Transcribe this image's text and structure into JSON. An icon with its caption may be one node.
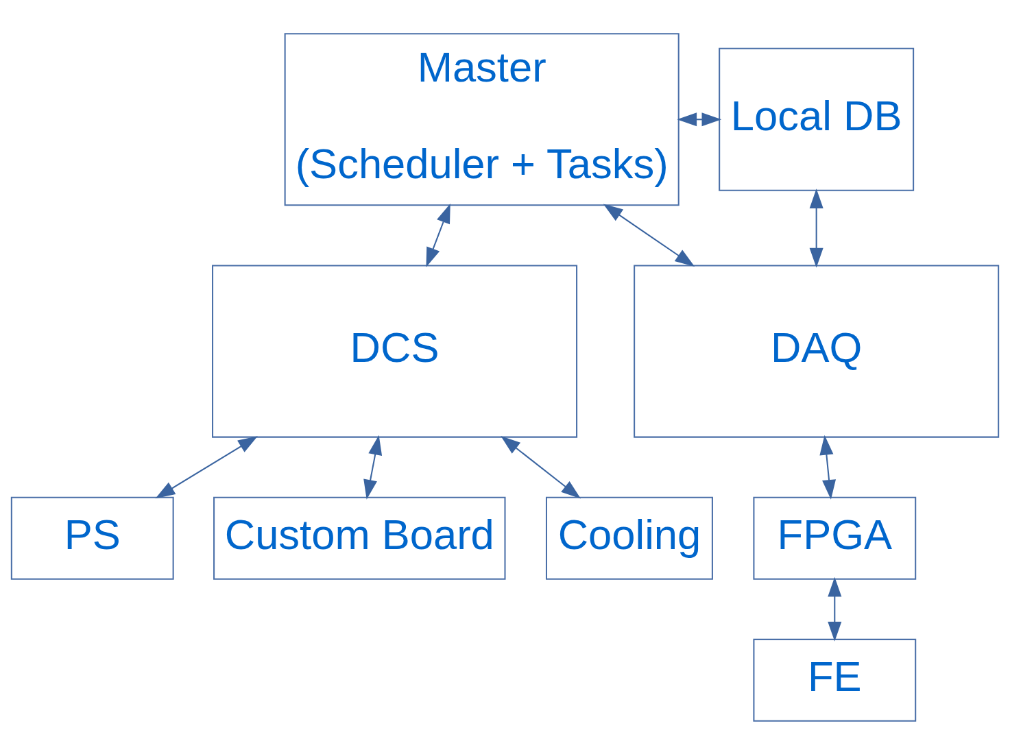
{
  "diagram": {
    "nodes": [
      {
        "text": [
          "Master",
          "(Scheduler + Tasks)"
        ]
      },
      {
        "text": [
          "Local DB"
        ]
      },
      {
        "text": [
          "DCS"
        ]
      },
      {
        "text": [
          "DAQ"
        ]
      },
      {
        "text": [
          "PS"
        ]
      },
      {
        "text": [
          "Custom Board"
        ]
      },
      {
        "text": [
          "Cooling"
        ]
      },
      {
        "text": [
          "FPGA"
        ]
      },
      {
        "text": [
          "FE"
        ]
      }
    ],
    "edges": [
      {
        "from": 0,
        "to": 1,
        "arrow": "both"
      },
      {
        "from": 0,
        "to": 2,
        "arrow": "both"
      },
      {
        "from": 0,
        "to": 3,
        "arrow": "both"
      },
      {
        "from": 1,
        "to": 3,
        "arrow": "both"
      },
      {
        "from": 2,
        "to": 4,
        "arrow": "both"
      },
      {
        "from": 2,
        "to": 5,
        "arrow": "both"
      },
      {
        "from": 2,
        "to": 6,
        "arrow": "both"
      },
      {
        "from": 3,
        "to": 7,
        "arrow": "both"
      },
      {
        "from": 7,
        "to": 8,
        "arrow": "both"
      }
    ]
  }
}
